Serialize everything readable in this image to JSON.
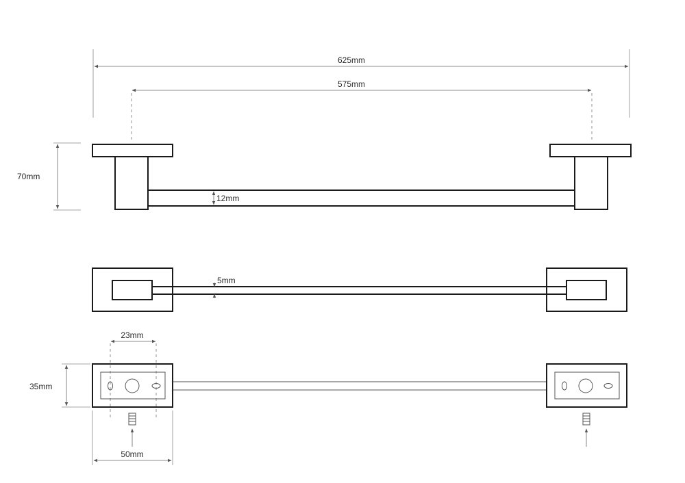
{
  "dimensions": {
    "overall_length": "625mm",
    "centre_length": "575mm",
    "projection": "70mm",
    "bar_height": "12mm",
    "bar_thickness": "5mm",
    "hole_spacing": "23mm",
    "base_height": "35mm",
    "base_width": "50mm"
  },
  "colors": {
    "line": "#1a1a1a",
    "dimension_line": "#666666",
    "background": "#ffffff"
  },
  "icons": [
    "screw-icon",
    "arrow-up-icon"
  ]
}
